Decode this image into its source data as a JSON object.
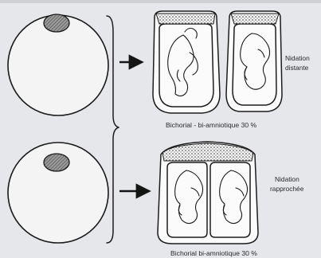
{
  "diagram": {
    "panels": [
      {
        "caption": "Bichorial - bi-amniotique 30 %",
        "side_label_line1": "Nidation",
        "side_label_line2": "distante"
      },
      {
        "caption": "Bichorial bi-amniotique 30 %",
        "side_label_line1": "Nidation",
        "side_label_line2": "rapprochée"
      }
    ]
  }
}
